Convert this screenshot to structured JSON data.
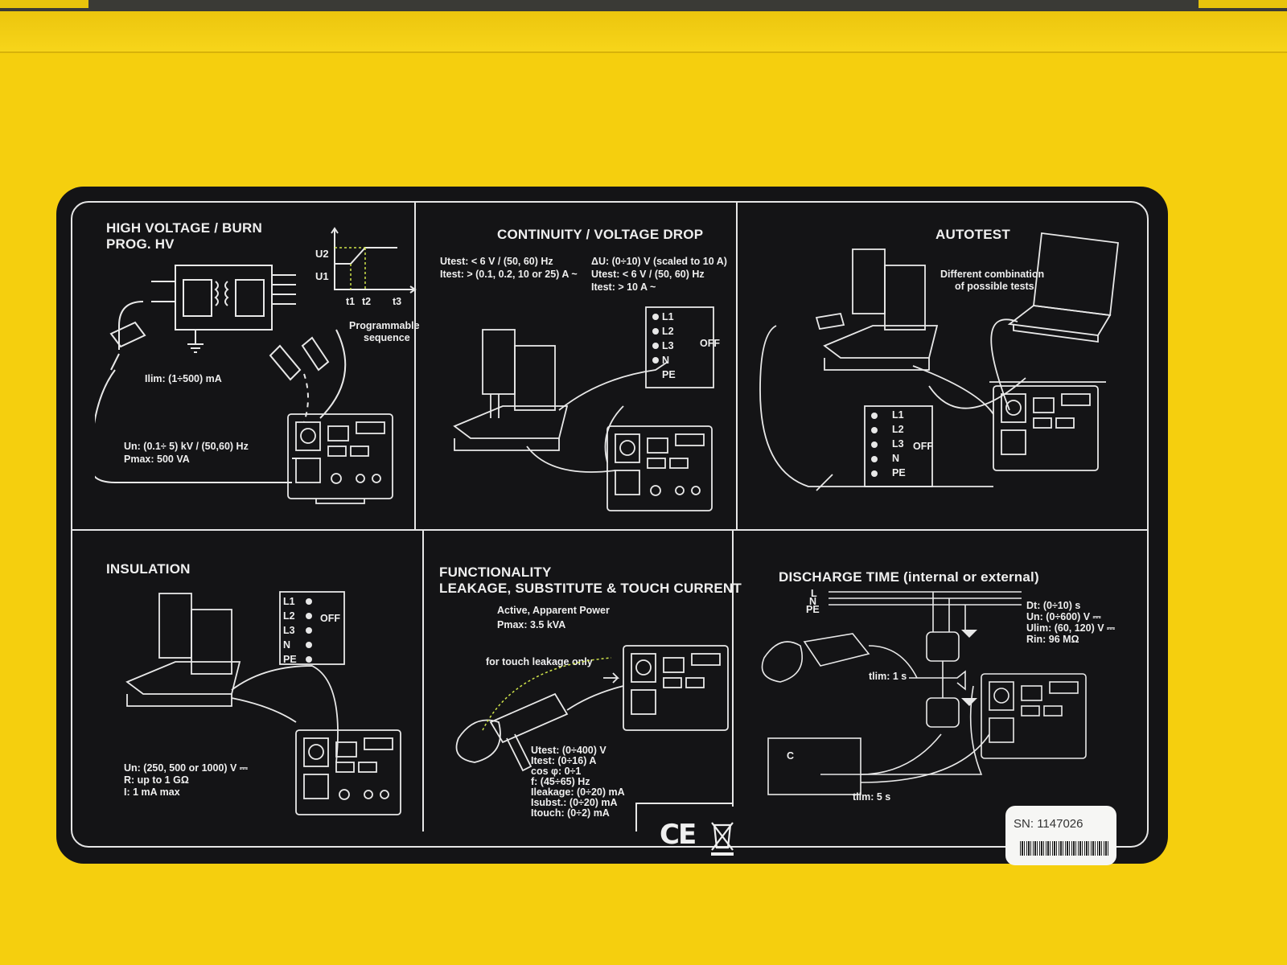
{
  "serial": {
    "label": "SN:",
    "number": "1147026"
  },
  "marks": {
    "ce": "CE"
  },
  "sections": {
    "hv": {
      "title1": "HIGH VOLTAGE  /  BURN",
      "title2": "PROG. HV",
      "graph": {
        "u2": "U2",
        "u1": "U1",
        "t1": "t1",
        "t2": "t2",
        "t3": "t3"
      },
      "note1": "Programmable",
      "note2": "sequence",
      "ilim": "Ilim:  (1÷500) mA",
      "un": "Un:     (0.1÷ 5) kV / (50,60) Hz",
      "pmax": "Pmax:  500 VA"
    },
    "continuity": {
      "title": "CONTINUITY  /  VOLTAGE DROP",
      "spec1": "Utest:  < 6 V / (50, 60) Hz",
      "spec2": "Itest:   > (0.1, 0.2, 10 or 25) A ~",
      "spec3": "ΔU:     (0÷10) V (scaled  to 10 A)",
      "spec4": "Utest:  < 6 V / (50, 60) Hz",
      "spec5": "Itest:   > 10 A ~",
      "terminals": [
        "L1",
        "L2",
        "L3",
        "N",
        "PE"
      ],
      "off": "OFF"
    },
    "autotest": {
      "title": "AUTOTEST",
      "note1": "Different combination",
      "note2": "of possible tests",
      "terminals": [
        "L1",
        "L2",
        "L3",
        "N",
        "PE"
      ],
      "off": "OFF"
    },
    "insulation": {
      "title": "INSULATION",
      "terminals": [
        "L1",
        "L2",
        "L3",
        "N",
        "PE"
      ],
      "off": "OFF",
      "spec1": "Un:  (250, 500 or 1000) V ⎓",
      "spec2": "R:    up to 1 GΩ",
      "spec3": "I:      1 mA max"
    },
    "functionality": {
      "title1": "FUNCTIONALITY",
      "title2": "LEAKAGE, SUBSTITUTE & TOUCH CURRENT",
      "sub1": "Active, Apparent Power",
      "sub2": "Pmax: 3.5 kVA",
      "touch": "for touch leakage only",
      "specs": [
        "Utest:       (0÷400) V",
        "Itest:         (0÷16) A",
        "cos φ:     0÷1",
        "f:              (45÷65) Hz",
        "Ileakage:  (0÷20) mA",
        "Isubst.:     (0÷20) mA",
        "Itouch:      (0÷2) mA"
      ]
    },
    "discharge": {
      "title": "DISCHARGE TIME (internal or external)",
      "lines": [
        "L",
        "N",
        "PE"
      ],
      "specs": [
        "Dt:      (0÷10) s",
        "Un:     (0÷600) V ⎓",
        "Ulim:  (60, 120) V ⎓",
        "Rin:    96 MΩ"
      ],
      "tlim1": "tlim:   1 s",
      "tlim2": "tlim:   5 s",
      "cap": "C"
    }
  }
}
